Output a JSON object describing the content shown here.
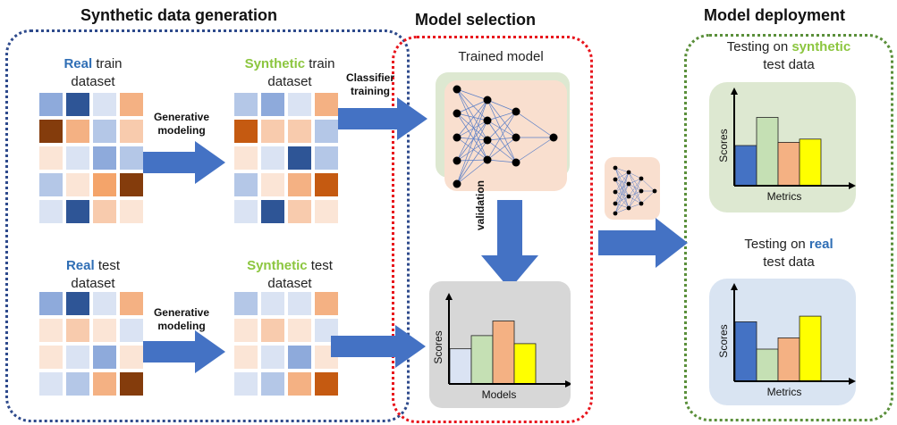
{
  "sections": {
    "generation_title": "Synthetic data generation",
    "selection_title": "Model selection",
    "deployment_title": "Model deployment"
  },
  "labels": {
    "real_word": "Real",
    "synthetic_word": "Synthetic",
    "train_suffix": " train",
    "test_suffix": " test",
    "dataset": "dataset",
    "generative_1": "Generative",
    "generative_2": "modeling",
    "classifier_1": "Classifier",
    "classifier_2": "training",
    "trained_model": "Trained model",
    "validation": "validation",
    "testing_on": "Testing on ",
    "synthetic_lower": "synthetic",
    "real_lower": "real",
    "test_data": "test data",
    "scores": "Scores",
    "models": "Models",
    "metrics": "Metrics"
  },
  "colors": {
    "arrow": "#4472c4",
    "blue_dots": "#2e4a8c",
    "red_dots": "#e8141c",
    "green_dots": "#5a8f3a",
    "peach_bg": "#f9dfcf",
    "green_bg": "#dde8d1",
    "blue_bg": "#d9e4f2",
    "gray_bg": "#d7d7d7"
  },
  "grids": {
    "real_train": [
      [
        "#8eaadb",
        "#2e5596",
        "#dae3f3",
        "#f4b183"
      ],
      [
        "#843c0c",
        "#f4b183",
        "#b4c7e7",
        "#f8cbad"
      ],
      [
        "#fbe5d6",
        "#dae3f3",
        "#8eaadb",
        "#b4c7e7"
      ],
      [
        "#b4c7e7",
        "#fbe5d6",
        "#f4a46a",
        "#843c0c"
      ],
      [
        "#dae3f3",
        "#2e5596",
        "#f8cbad",
        "#fbe5d6"
      ]
    ],
    "synthetic_train": [
      [
        "#b4c7e7",
        "#8eaadb",
        "#dae3f3",
        "#f4b183"
      ],
      [
        "#c55a11",
        "#f8cbad",
        "#f8cbad",
        "#b4c7e7"
      ],
      [
        "#fbe5d6",
        "#dae3f3",
        "#2e5596",
        "#b4c7e7"
      ],
      [
        "#b4c7e7",
        "#fbe5d6",
        "#f4b183",
        "#c55a11"
      ],
      [
        "#dae3f3",
        "#2e5596",
        "#f8cbad",
        "#fbe5d6"
      ]
    ],
    "real_test": [
      [
        "#8eaadb",
        "#2e5596",
        "#dae3f3",
        "#f4b183"
      ],
      [
        "#fbe5d6",
        "#f8cbad",
        "#fbe5d6",
        "#dae3f3"
      ],
      [
        "#fbe5d6",
        "#dae3f3",
        "#8eaadb",
        "#fbe5d6"
      ],
      [
        "#dae3f3",
        "#b4c7e7",
        "#f4b183",
        "#843c0c"
      ]
    ],
    "synthetic_test": [
      [
        "#b4c7e7",
        "#dae3f3",
        "#dae3f3",
        "#f4b183"
      ],
      [
        "#fbe5d6",
        "#f8cbad",
        "#fbe5d6",
        "#dae3f3"
      ],
      [
        "#fbe5d6",
        "#dae3f3",
        "#8eaadb",
        "#fbe5d6"
      ],
      [
        "#dae3f3",
        "#b4c7e7",
        "#f4b183",
        "#c55a11"
      ]
    ]
  },
  "bars": {
    "models": [
      {
        "value": 0.48,
        "color": "#dae3f3"
      },
      {
        "value": 0.66,
        "color": "#c5e0b4"
      },
      {
        "value": 0.86,
        "color": "#f4b183"
      },
      {
        "value": 0.55,
        "color": "#ffff00"
      }
    ],
    "synthetic_metrics": [
      {
        "value": 0.5,
        "color": "#4472c4"
      },
      {
        "value": 0.85,
        "color": "#c5e0b4"
      },
      {
        "value": 0.54,
        "color": "#f4b183"
      },
      {
        "value": 0.58,
        "color": "#ffff00"
      }
    ],
    "real_metrics": [
      {
        "value": 0.74,
        "color": "#4472c4"
      },
      {
        "value": 0.4,
        "color": "#c5e0b4"
      },
      {
        "value": 0.54,
        "color": "#f4b183"
      },
      {
        "value": 0.81,
        "color": "#ffff00"
      }
    ]
  }
}
